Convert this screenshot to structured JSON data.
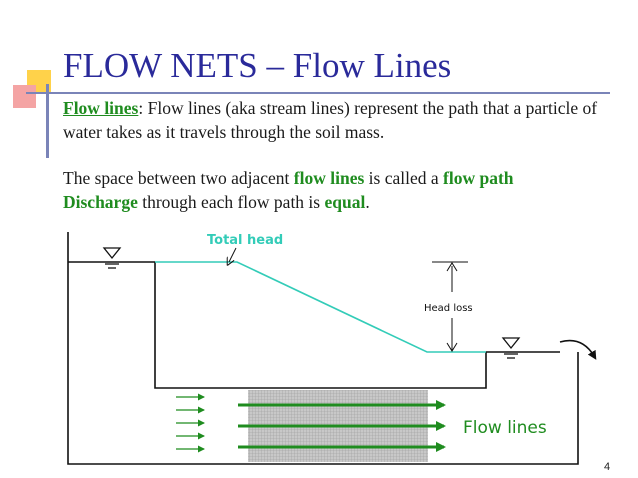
{
  "slide": {
    "title": "FLOW NETS – Flow Lines",
    "para1": {
      "term": "Flow lines",
      "rest": ": Flow lines (aka stream lines) represent the path that a particle of water takes as it travels through the soil mass."
    },
    "para2": {
      "t1": "The space between two adjacent ",
      "k1": "flow lines",
      "t2": " is called a ",
      "k2": "flow path",
      "k3": "Discharge",
      "t3": " through each flow path is ",
      "k4": "equal",
      "t4": "."
    },
    "page_number": "4"
  },
  "diagram": {
    "total_head_label": "Total head",
    "head_loss_label": "Head loss",
    "flow_lines_label": "Flow lines",
    "colors": {
      "head_line": "#33ccb8",
      "flow_arrow": "#1f8c1f",
      "total_head_text": "#33ccb8",
      "flow_lines_text": "#1f8c1f",
      "soil_fill": "#bdbdbd"
    }
  }
}
